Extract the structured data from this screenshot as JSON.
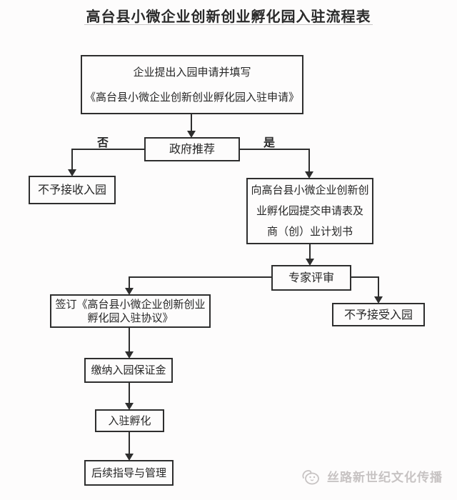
{
  "title": "高台县小微企业创新创业孵化园入驻流程表",
  "flowchart": {
    "nodes": {
      "apply": {
        "line1": "企业提出入园申请并填写",
        "line2": "《高台县小微企业创新创业孵化园入驻申请》"
      },
      "gov": {
        "label": "政府推荐"
      },
      "reject_receive": {
        "label": "不予接收入园"
      },
      "submit": {
        "line1": "向高台县小微企业创新创",
        "line2": "业孵化园提交申请表及",
        "line3": "商（创）业计划书"
      },
      "review": {
        "label": "专家评审"
      },
      "reject_accept": {
        "label": "不予接受入园"
      },
      "sign": {
        "line1": "签订《高台县小微企业创新创业",
        "line2": "孵化园入驻协议》"
      },
      "deposit": {
        "label": "缴纳入园保证金"
      },
      "incubate": {
        "label": "入驻孵化"
      },
      "manage": {
        "label": "后续指导与管理"
      }
    },
    "branches": {
      "no": "否",
      "yes": "是"
    }
  },
  "watermark": {
    "text": "丝路新世纪文化传播",
    "icon": "face-logo-icon"
  },
  "colors": {
    "line": "#2e2e2e",
    "text": "#262626",
    "background": "#fdfcfc",
    "watermark": "#c7c3c3"
  }
}
